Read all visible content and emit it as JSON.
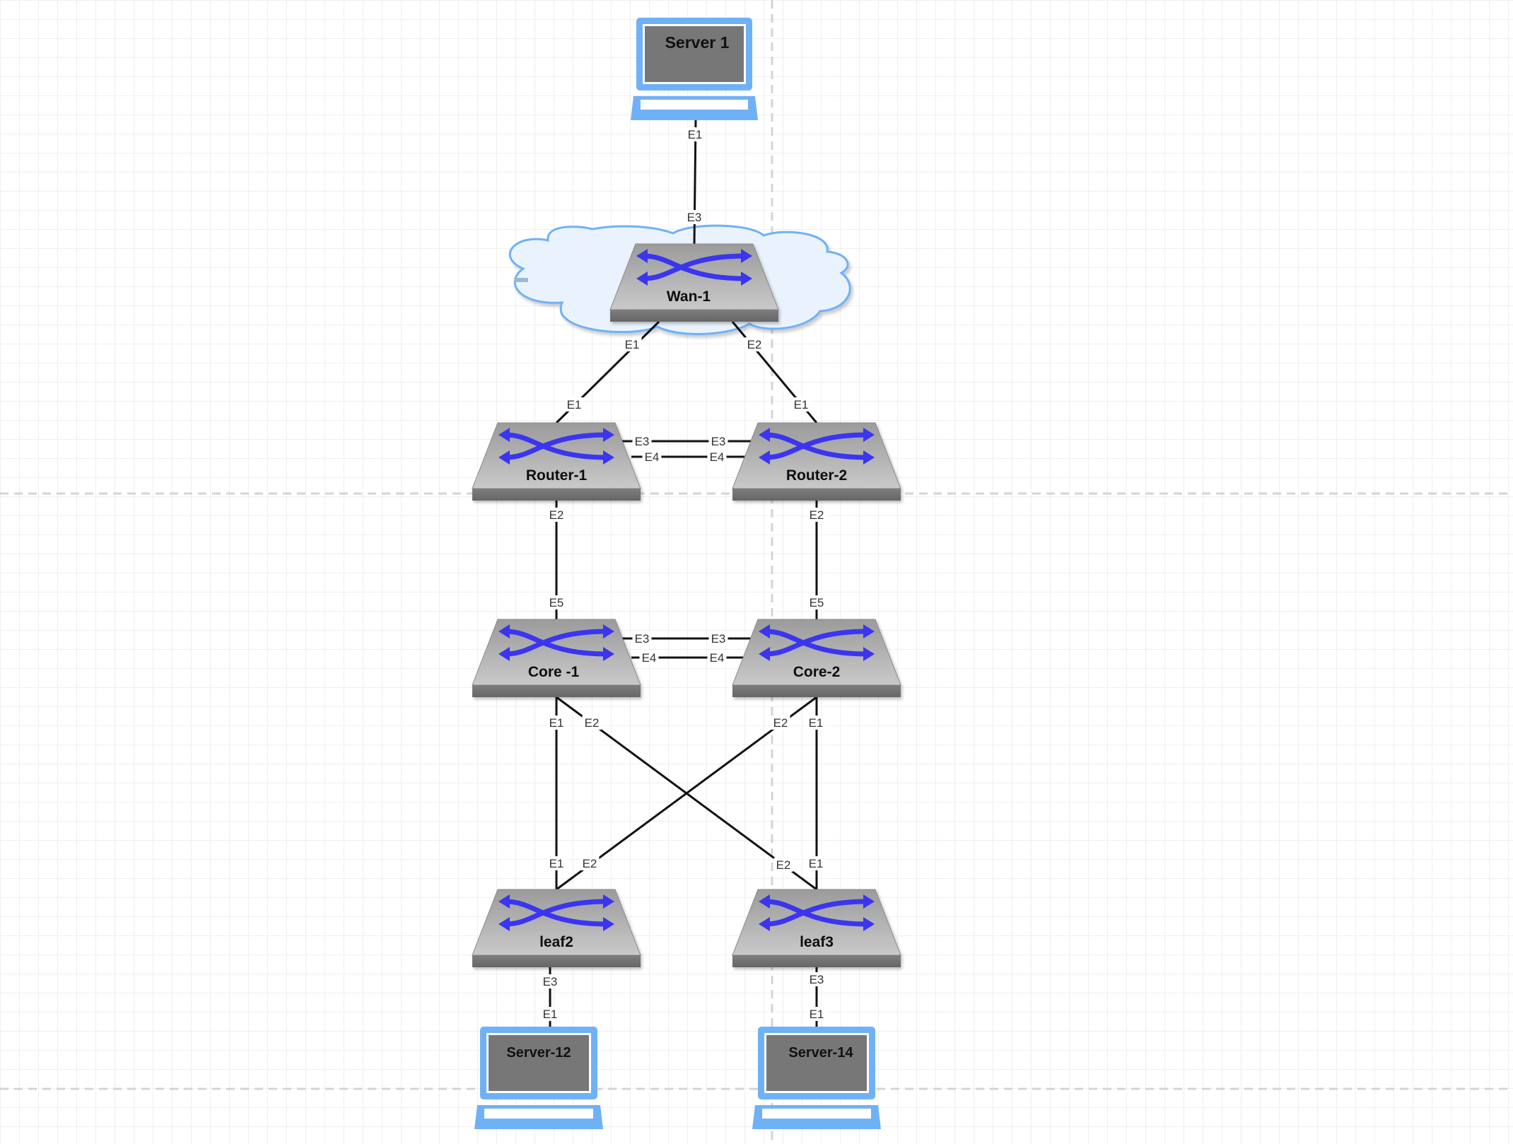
{
  "nodes": [
    {
      "id": "server1",
      "type": "server",
      "label": "Server 1"
    },
    {
      "id": "wan1",
      "type": "switch",
      "label": "Wan-1"
    },
    {
      "id": "router1",
      "type": "switch",
      "label": "Router-1"
    },
    {
      "id": "router2",
      "type": "switch",
      "label": "Router-2"
    },
    {
      "id": "core1",
      "type": "switch",
      "label": "Core -1"
    },
    {
      "id": "core2",
      "type": "switch",
      "label": "Core-2"
    },
    {
      "id": "leaf2",
      "type": "switch",
      "label": "leaf2"
    },
    {
      "id": "leaf3",
      "type": "switch",
      "label": "leaf3"
    },
    {
      "id": "server12",
      "type": "server",
      "label": "Server-12"
    },
    {
      "id": "server14",
      "type": "server",
      "label": "Server-14"
    }
  ],
  "links": [
    {
      "id": "server1-wan1",
      "from": "server1",
      "to": "wan1",
      "from_port": "E1",
      "to_port": "E3"
    },
    {
      "id": "wan1-router1",
      "from": "wan1",
      "to": "router1",
      "from_port": "E1",
      "to_port": "E1"
    },
    {
      "id": "wan1-router2",
      "from": "wan1",
      "to": "router2",
      "from_port": "E2",
      "to_port": "E1"
    },
    {
      "id": "router1-router2-a",
      "from": "router1",
      "to": "router2",
      "from_port": "E3",
      "to_port": "E3"
    },
    {
      "id": "router1-router2-b",
      "from": "router1",
      "to": "router2",
      "from_port": "E4",
      "to_port": "E4"
    },
    {
      "id": "router1-core1",
      "from": "router1",
      "to": "core1",
      "from_port": "E2",
      "to_port": "E5"
    },
    {
      "id": "router2-core2",
      "from": "router2",
      "to": "core2",
      "from_port": "E2",
      "to_port": "E5"
    },
    {
      "id": "core1-core2-a",
      "from": "core1",
      "to": "core2",
      "from_port": "E3",
      "to_port": "E3"
    },
    {
      "id": "core1-core2-b",
      "from": "core1",
      "to": "core2",
      "from_port": "E4",
      "to_port": "E4"
    },
    {
      "id": "core1-leaf2",
      "from": "core1",
      "to": "leaf2",
      "from_port": "E1",
      "to_port": "E1"
    },
    {
      "id": "core1-leaf3",
      "from": "core1",
      "to": "leaf3",
      "from_port": "E2",
      "to_port": "E2"
    },
    {
      "id": "core2-leaf2",
      "from": "core2",
      "to": "leaf2",
      "from_port": "E2",
      "to_port": "E2"
    },
    {
      "id": "core2-leaf3",
      "from": "core2",
      "to": "leaf3",
      "from_port": "E1",
      "to_port": "E1"
    },
    {
      "id": "leaf2-server12",
      "from": "leaf2",
      "to": "server12",
      "from_port": "E3",
      "to_port": "E1"
    },
    {
      "id": "leaf3-server14",
      "from": "leaf3",
      "to": "server14",
      "from_port": "E3",
      "to_port": "E1"
    }
  ],
  "colors": {
    "link": "#111111",
    "switch_body": "#a9a9a9",
    "switch_arrows": "#3a34f0",
    "server_frame": "#6fb1f7",
    "server_screen": "#777777",
    "cloud_fill": "#eaf3fd",
    "cloud_stroke": "#6fb1f7",
    "page_break": "#d4d4d4"
  }
}
